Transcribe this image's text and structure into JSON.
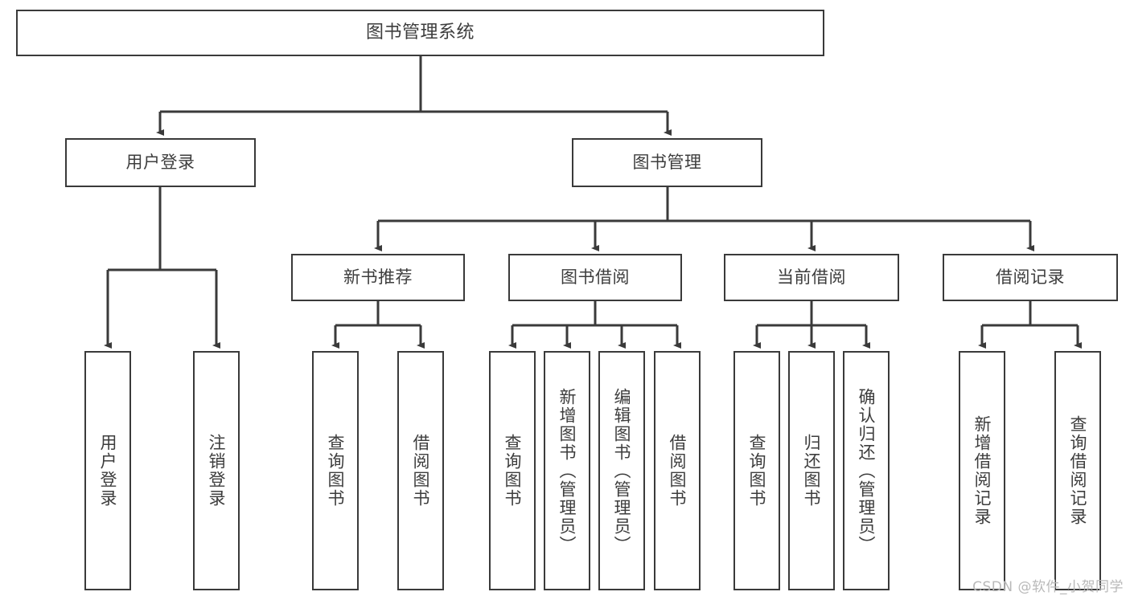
{
  "diagram": {
    "title": "图书管理系统",
    "type": "tree",
    "watermark": "CSDN @软件_小贺同学",
    "line_color": "#3a3a3a",
    "text_color": "#3d3d3d",
    "background": "#ffffff",
    "nodes": {
      "root": {
        "label": "图书管理系统"
      },
      "level2": [
        {
          "id": "user-login",
          "label": "用户登录"
        },
        {
          "id": "book-manage",
          "label": "图书管理"
        }
      ],
      "level3": [
        {
          "id": "new-book-recommend",
          "label": "新书推荐"
        },
        {
          "id": "book-borrow",
          "label": "图书借阅"
        },
        {
          "id": "current-borrow",
          "label": "当前借阅"
        },
        {
          "id": "borrow-record",
          "label": "借阅记录"
        }
      ],
      "leaves": [
        {
          "id": "leaf-user-login",
          "label": "用户登录",
          "parent": "user-login"
        },
        {
          "id": "leaf-logout-login",
          "label": "注销登录",
          "parent": "user-login"
        },
        {
          "id": "leaf-query-book-1",
          "label": "查询图书",
          "parent": "new-book-recommend"
        },
        {
          "id": "leaf-borrow-book-1",
          "label": "借阅图书",
          "parent": "new-book-recommend"
        },
        {
          "id": "leaf-query-book-2",
          "label": "查询图书",
          "parent": "book-borrow"
        },
        {
          "id": "leaf-add-book",
          "label": "新增图书（管理员）",
          "parent": "book-borrow"
        },
        {
          "id": "leaf-edit-book",
          "label": "编辑图书（管理员）",
          "parent": "book-borrow"
        },
        {
          "id": "leaf-borrow-book-2",
          "label": "借阅图书",
          "parent": "book-borrow"
        },
        {
          "id": "leaf-query-book-3",
          "label": "查询图书",
          "parent": "current-borrow"
        },
        {
          "id": "leaf-return-book",
          "label": "归还图书",
          "parent": "current-borrow"
        },
        {
          "id": "leaf-confirm-return",
          "label": "确认归还（管理员）",
          "parent": "current-borrow"
        },
        {
          "id": "leaf-add-record",
          "label": "新增借阅记录",
          "parent": "borrow-record"
        },
        {
          "id": "leaf-query-record",
          "label": "查询借阅记录",
          "parent": "borrow-record"
        }
      ]
    }
  }
}
